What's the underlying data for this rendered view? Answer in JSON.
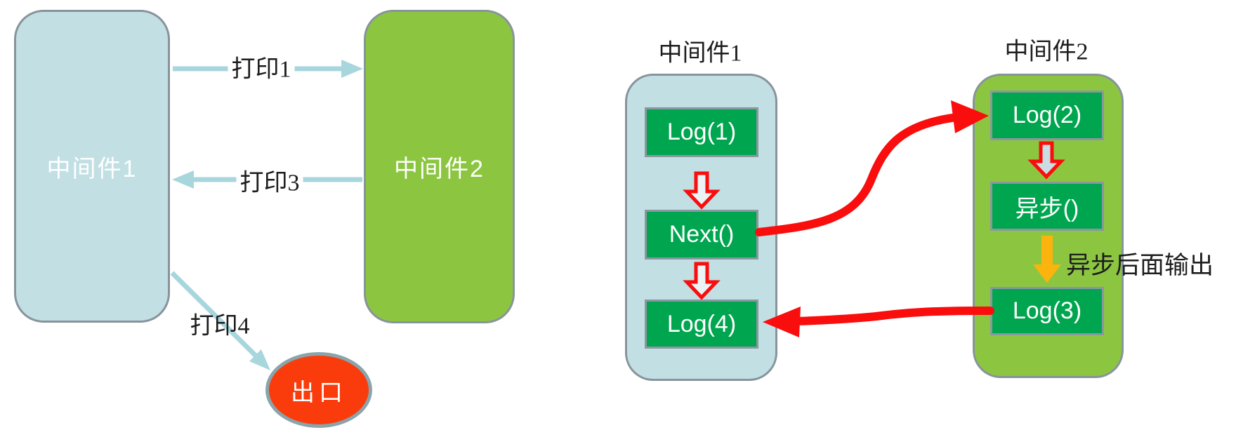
{
  "left_diagram": {
    "middleware1_label": "中间件1",
    "middleware2_label": "中间件2",
    "arrow1_label": "打印1",
    "arrow3_label": "打印3",
    "arrow4_label": "打印4",
    "exit_label": "出口"
  },
  "right_diagram": {
    "middleware1_title": "中间件1",
    "middleware2_title": "中间件2",
    "mw1_steps": [
      "Log(1)",
      "Next()",
      "Log(4)"
    ],
    "mw2_steps": [
      "Log(2)",
      "异步()",
      "Log(3)"
    ],
    "async_note": "异步后面输出"
  },
  "colors": {
    "lightblue": "#c2dfe3",
    "ygreen": "#8cc641",
    "innergreen": "#00a64f",
    "red": "#f90d0d",
    "orangered": "#fa3c0c",
    "teal": "#a8d6dd",
    "yellow": "#fbb40d",
    "border-gray": "#87949c",
    "step-border": "#8a979f",
    "ellipse-border": "#8aa4ab",
    "hollow-fill-mw1": "#eaf3f5",
    "hollow-fill-mw2": "#c9dde2"
  }
}
